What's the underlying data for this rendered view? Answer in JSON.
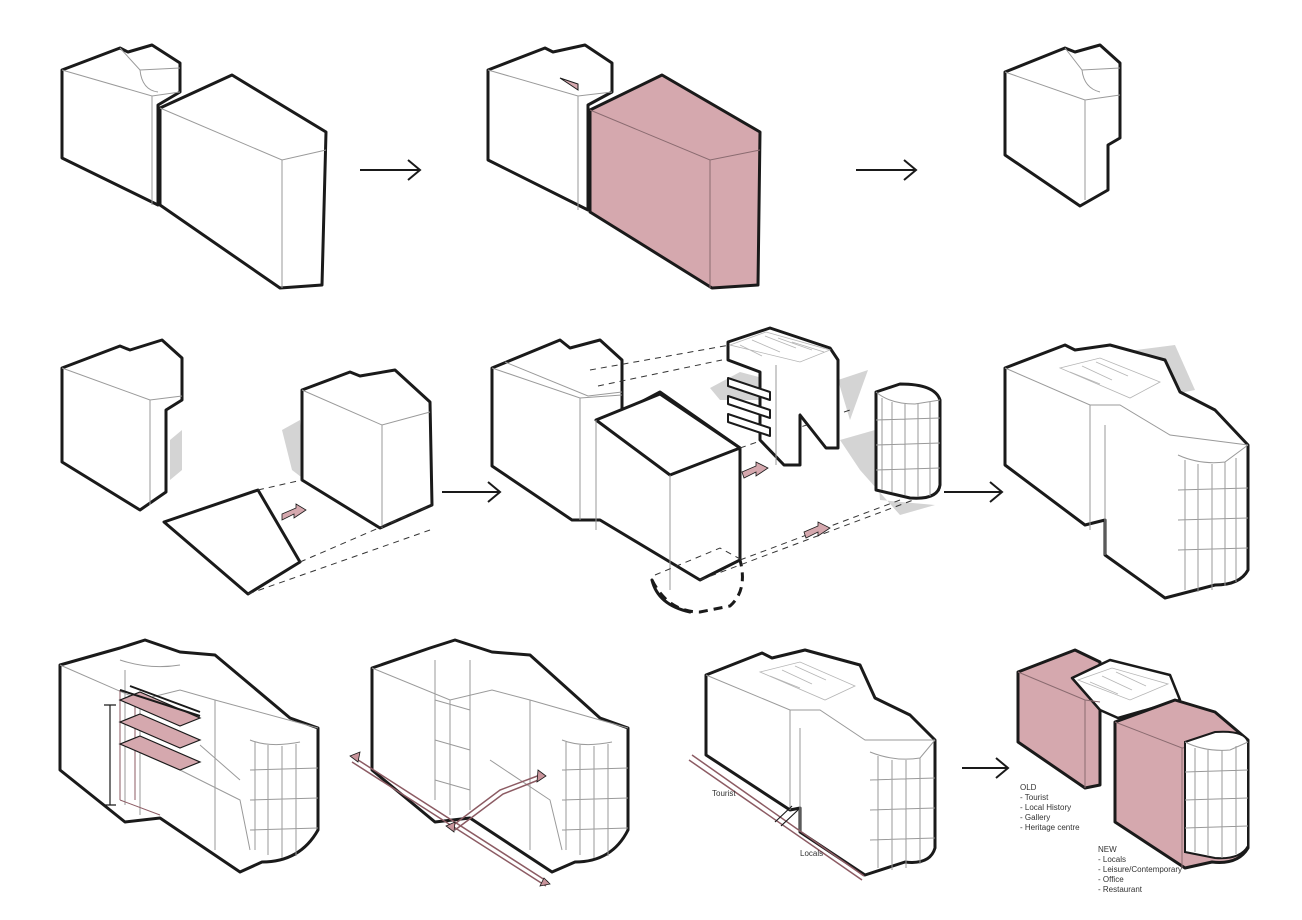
{
  "colors": {
    "accent_pink": "#d5a8ae",
    "accent_pink_dark": "#c9949b",
    "line": "#1a1a1a",
    "shadow": "#d4d4d4"
  },
  "labels": {
    "tourist": "Tourist",
    "locals": "Locals",
    "old_heading": "OLD",
    "old_items": [
      "- Tourist",
      "- Local History",
      "- Gallery",
      "- Heritage centre"
    ],
    "new_heading": "NEW",
    "new_items": [
      "- Locals",
      "- Leisure/Contemporary",
      "- Office",
      "- Restaurant"
    ]
  }
}
